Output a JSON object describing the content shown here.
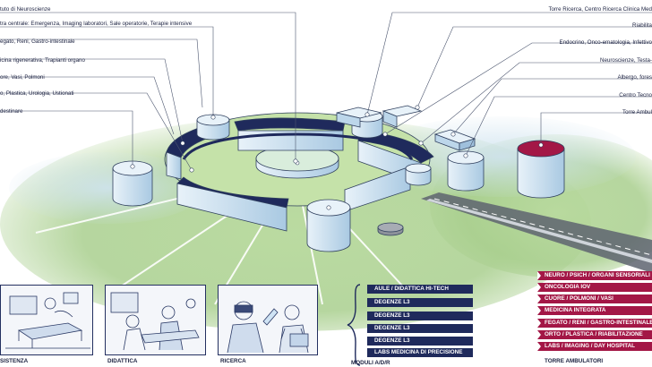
{
  "colors": {
    "navy": "#1f2a5c",
    "pink": "#a31746",
    "green_wash": "#a9cf8e",
    "building": "#bcd6ea",
    "building_dark": "#1f2a5c"
  },
  "callouts_left": [
    "tuto di Neuroscienze",
    "tra centrale: Emergenza, Imaging laboratori, Sale operatorie, Terapie intensive",
    "egato, Reni, Gastro-intestinale",
    "icina rigenerativa, Trapianti organo",
    "ore, Vasi, Polmoni",
    "o, Plastica, Urologia, Ustionati",
    "destinare"
  ],
  "callouts_right": [
    "Torre Ricerca, Centro Ricerca Clinica Med",
    "Riabilita",
    "Endocrino, Onco-ematologia, Infettivo",
    "Neuroscienze, Testa-",
    "Albergo, fores",
    "Centro Tecno",
    "Torre Ambul"
  ],
  "panels": [
    {
      "caption": "SISTENZA",
      "icon": "hospital-bed-icon"
    },
    {
      "caption": "DIDATTICA",
      "icon": "teaching-scene-icon"
    },
    {
      "caption": "RICERCA",
      "icon": "research-lab-icon"
    }
  ],
  "moduli": {
    "items": [
      "AULE / DIDATTICA HI-TECH",
      "DEGENZE L3",
      "DEGENZE L3",
      "DEGENZE L3",
      "DEGENZE L3",
      "LABS MEDICINA DI PRECISIONE"
    ],
    "caption": "MODULI  A/D/R"
  },
  "torre": {
    "items": [
      "NEURO / PSICH / ORGANI SENSORIALI",
      "ONCOLOGIA IOV",
      "CUORE / POLMONI / VASI",
      "MEDICINA INTEGRATA",
      "FEGATO / RENI / GASTRO-INTESTINALE",
      "ORTO / PLASTICA / RIABILITAZIONE",
      "LABS / IMAGING / DAY HOSPITAL"
    ],
    "caption": "TORRE AMBULATORI"
  }
}
